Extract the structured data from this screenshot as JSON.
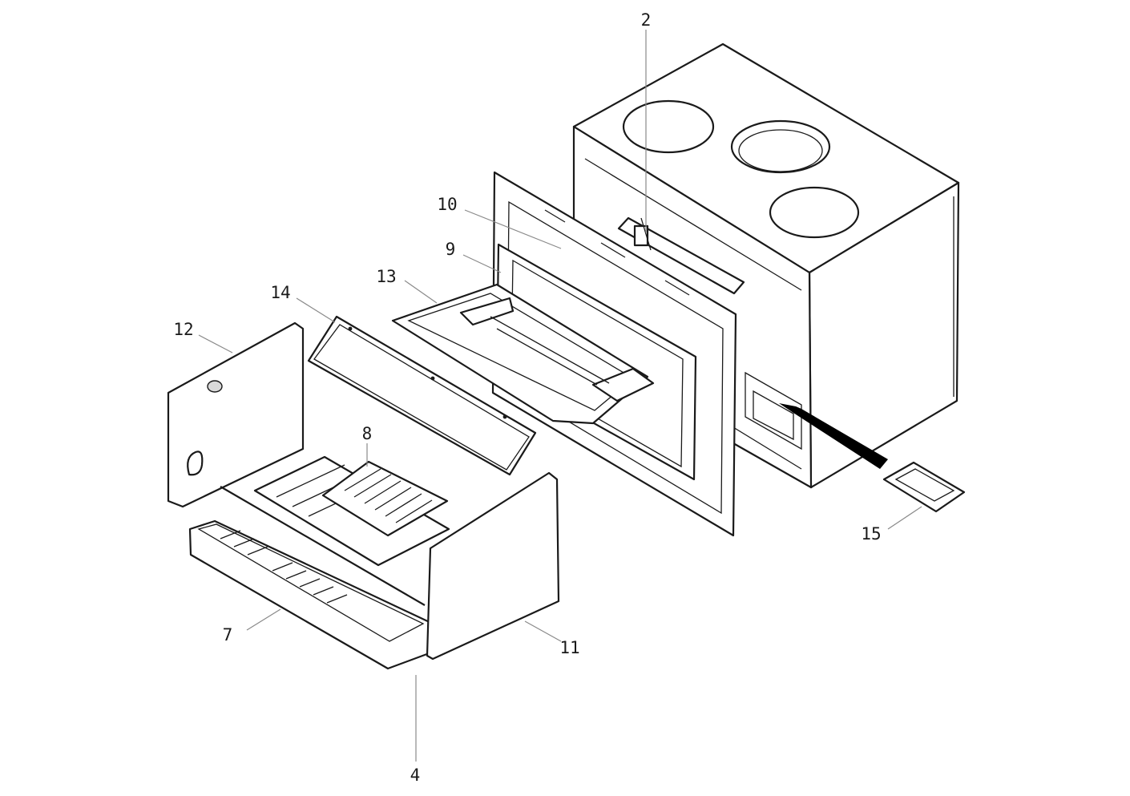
{
  "diagram": {
    "callouts": [
      {
        "id": "2",
        "label": "2"
      },
      {
        "id": "4",
        "label": "4"
      },
      {
        "id": "7",
        "label": "7"
      },
      {
        "id": "8",
        "label": "8"
      },
      {
        "id": "9",
        "label": "9"
      },
      {
        "id": "10",
        "label": "10"
      },
      {
        "id": "11",
        "label": "11"
      },
      {
        "id": "12",
        "label": "12"
      },
      {
        "id": "13",
        "label": "13"
      },
      {
        "id": "14",
        "label": "14"
      },
      {
        "id": "15",
        "label": "15"
      }
    ],
    "colors": {
      "line": "#1a1a1a",
      "leader": "#8a8a8a",
      "arrow": "#000000",
      "background": "#ffffff"
    }
  }
}
